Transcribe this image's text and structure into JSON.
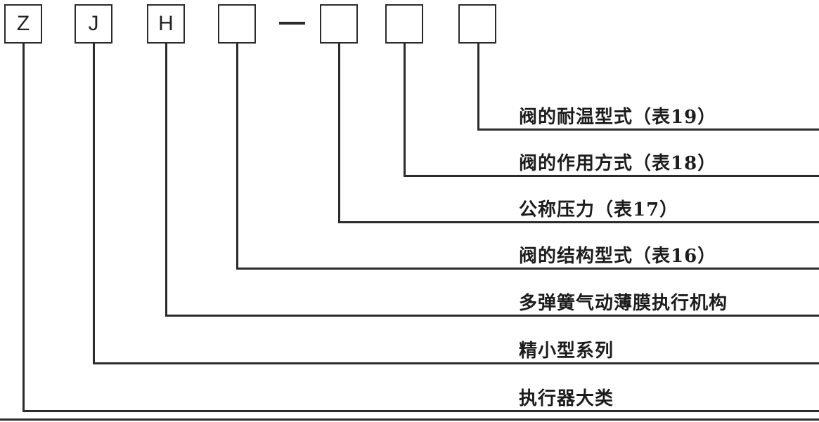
{
  "diagram": {
    "name": "valve-model-code-designation-diagram",
    "boxes": [
      {
        "label": "Z"
      },
      {
        "label": "J"
      },
      {
        "label": "H"
      },
      {
        "label": ""
      },
      {
        "label": ""
      },
      {
        "label": ""
      },
      {
        "label": ""
      }
    ],
    "separator": "—",
    "rows": [
      {
        "label": "阀的耐温型式（表19）"
      },
      {
        "label": "阀的作用方式（表18）"
      },
      {
        "label": "公称压力（表17）"
      },
      {
        "label": "阀的结构型式（表16）"
      },
      {
        "label": "多弹簧气动薄膜执行机构"
      },
      {
        "label": "精小型系列"
      },
      {
        "label": "执行器大类"
      }
    ],
    "colors": {
      "line": "#2b2b2b",
      "text": "#1c1c1c",
      "background": "#ffffff"
    }
  }
}
